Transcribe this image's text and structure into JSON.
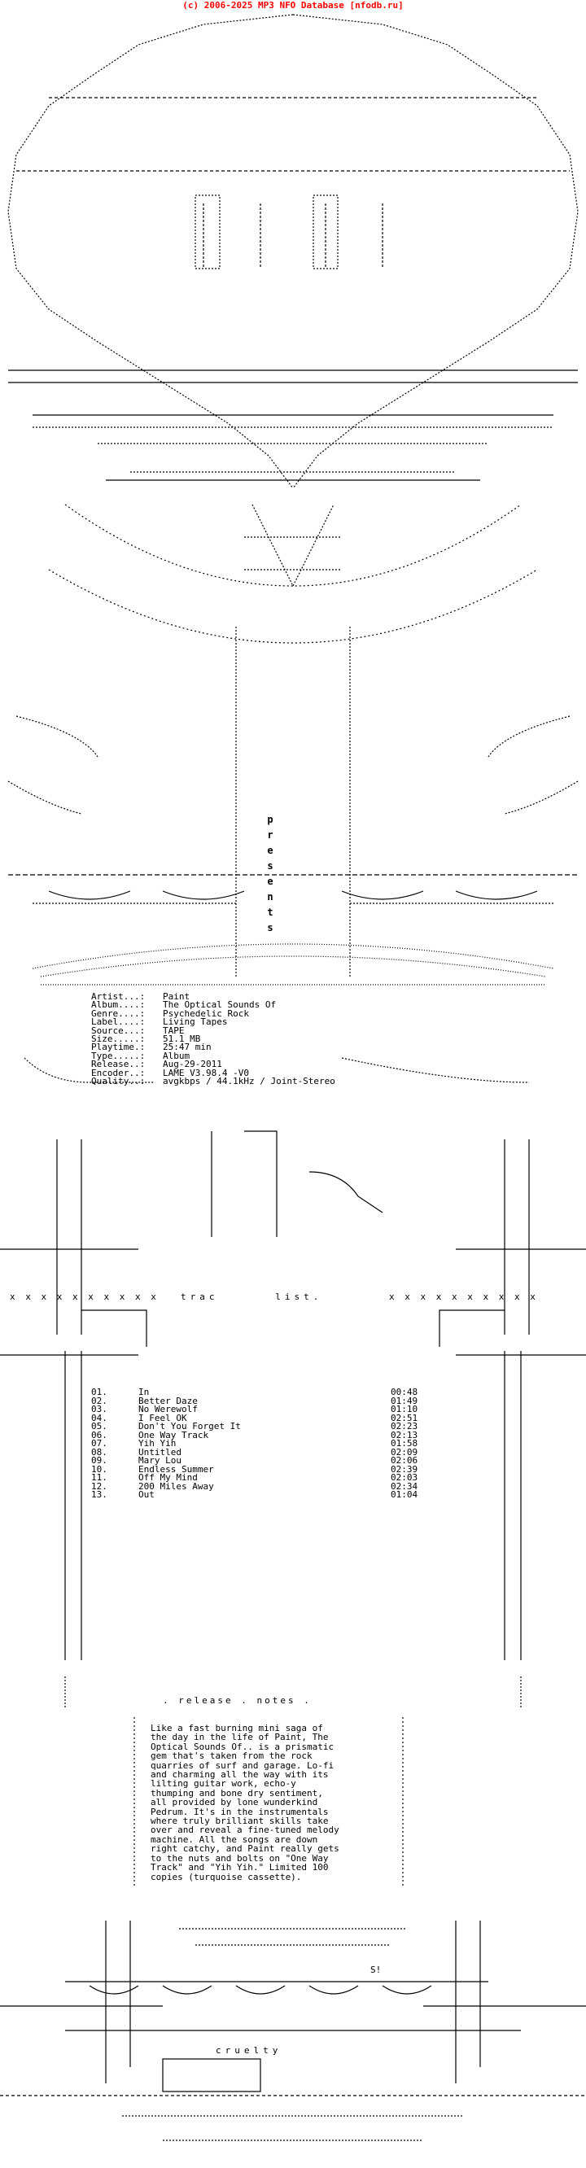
{
  "header": {
    "copyright": "(c) 2006-2025 MP3 NFO Database [nfodb.ru]",
    "color": "#ff0000"
  },
  "art": {
    "presents": "presents",
    "tracklist_label": "trac      list.",
    "notes_label": ". release . notes .",
    "group_sig": "cruelty",
    "sig_mark": "S!"
  },
  "info": [
    {
      "k": "Artist...:",
      "v": "Paint"
    },
    {
      "k": "Album....:",
      "v": "The Optical Sounds Of"
    },
    {
      "k": "Genre....:",
      "v": "Psychedelic Rock"
    },
    {
      "k": "Label....:",
      "v": "Living Tapes"
    },
    {
      "k": "Source...:",
      "v": "TAPE"
    },
    {
      "k": "Size.....:",
      "v": "51.1 MB"
    },
    {
      "k": "Playtime.:",
      "v": "25:47 min"
    },
    {
      "k": "Type.....:",
      "v": "Album"
    },
    {
      "k": "Release..:",
      "v": "Aug-29-2011"
    },
    {
      "k": "Encoder..:",
      "v": "LAME V3.98.4 -V0"
    },
    {
      "k": "Quality..:",
      "v": "avgkbps / 44.1kHz / Joint-Stereo"
    }
  ],
  "tracks": [
    {
      "no": "01.",
      "title": "In",
      "time": "00:48"
    },
    {
      "no": "02.",
      "title": "Better Daze",
      "time": "01:49"
    },
    {
      "no": "03.",
      "title": "No Werewolf",
      "time": "01:10"
    },
    {
      "no": "04.",
      "title": "I Feel OK",
      "time": "02:51"
    },
    {
      "no": "05.",
      "title": "Don't You Forget It",
      "time": "02:23"
    },
    {
      "no": "06.",
      "title": "One Way Track",
      "time": "02:13"
    },
    {
      "no": "07.",
      "title": "Yih Yih",
      "time": "01:58"
    },
    {
      "no": "08.",
      "title": "Untitled",
      "time": "02:09"
    },
    {
      "no": "09.",
      "title": "Mary Lou",
      "time": "02:06"
    },
    {
      "no": "10.",
      "title": "Endless Summer",
      "time": "02:39"
    },
    {
      "no": "11.",
      "title": "Off My Mind",
      "time": "02:03"
    },
    {
      "no": "12.",
      "title": "200 Miles Away",
      "time": "02:34"
    },
    {
      "no": "13.",
      "title": "Out",
      "time": "01:04"
    }
  ],
  "notes": [
    "Like a fast burning mini saga of",
    "the day in the life of Paint, The",
    "Optical Sounds Of.. is a prismatic",
    "gem that's taken from the rock",
    "quarries of surf and garage. Lo-fi",
    "and charming all the way with its",
    "lilting guitar work, echo-y",
    "thumping and bone dry sentiment,",
    "all provided by lone wunderkind",
    "Pedrum. It's in the instrumentals",
    "where truly brilliant skills take",
    "over and reveal a fine-tuned melody",
    "machine. All the songs are down",
    "right catchy, and Paint really gets",
    "to the nuts and bolts on \"One Way",
    "Track\" and \"Yih Yih.\" Limited 100",
    "copies (turquoise cassette)."
  ]
}
